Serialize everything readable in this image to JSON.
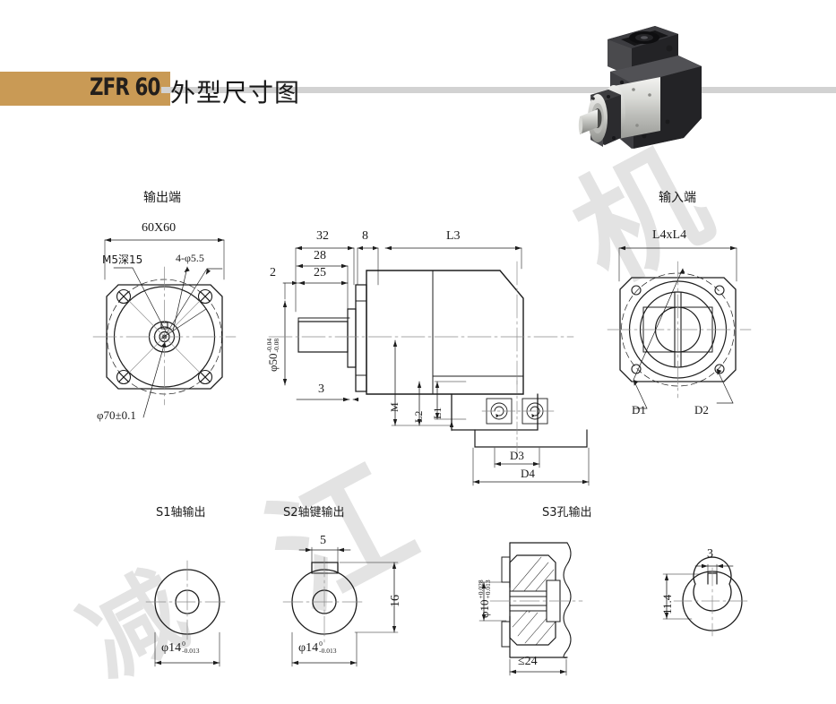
{
  "header": {
    "model": "ZFR 60",
    "title_cn": "外型尺寸图",
    "bar_color": "#c99a55",
    "line_color": "#d2d2d2"
  },
  "watermark": {
    "text1": "江",
    "text2": "机",
    "text3": "减"
  },
  "views": {
    "output_end": {
      "title": "输出端",
      "labels": {
        "square": "60X60",
        "thread": "M5深15",
        "holes": "4-φ5.5",
        "bolt_circle": "φ70±0.1"
      }
    },
    "section": {
      "labels": {
        "d32": "32",
        "d8": "8",
        "l3": "L3",
        "d28": "28",
        "d25": "25",
        "d2": "2",
        "d3": "3",
        "shaft_dia": "φ50",
        "shaft_tol_upper": "-0.04",
        "shaft_tol_lower": "-0.08",
        "m": "M",
        "l1": "L1",
        "l2": "L2",
        "d3_label": "D3",
        "d4_label": "D4"
      }
    },
    "input_end": {
      "title": "输入端",
      "labels": {
        "square": "L4xL4",
        "d1": "D1",
        "d2": "D2"
      }
    }
  },
  "shaft_options": {
    "s1": {
      "title": "S1轴输出",
      "dia": "φ14",
      "tol_upper": "0",
      "tol_lower": "-0.013"
    },
    "s2": {
      "title": "S2轴键输出",
      "dia": "φ14",
      "tol_upper": "0",
      "tol_lower": "-0.013",
      "key_width": "5",
      "key_height": "16"
    },
    "s3": {
      "title": "S3孔输出",
      "bore": "φ10",
      "tol_upper": "+0.028",
      "tol_lower": "+0.013",
      "depth": "≤24",
      "key_width": "3",
      "key_depth": "11.4"
    }
  }
}
